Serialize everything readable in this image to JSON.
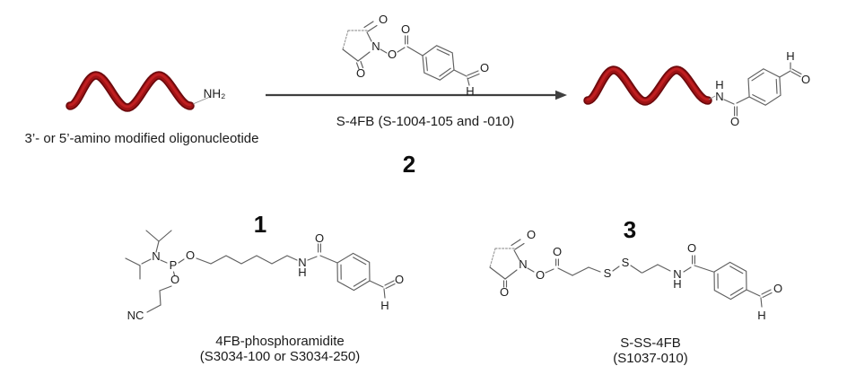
{
  "scheme": {
    "reactant_caption": "3’- or 5’-amino modified oligonucleotide",
    "amine_label": "NH₂",
    "reagent_label": "S-4FB (S-1004-105 and -010)",
    "reagent_number": "2"
  },
  "compound_1": {
    "number": "1",
    "name": "4FB-phosphoramidite",
    "catalog": "(S3034-100 or S3034-250)"
  },
  "compound_3": {
    "number": "3",
    "name": "S-SS-4FB",
    "catalog": "(S1037-010)"
  },
  "atoms": {
    "N": "N",
    "O": "O",
    "P": "P",
    "H": "H",
    "S": "S",
    "NC": "NC"
  },
  "colors": {
    "helix_red": "#9e1315",
    "bond_gray": "#5f5f5f",
    "arrow": "#3f3f3f"
  }
}
